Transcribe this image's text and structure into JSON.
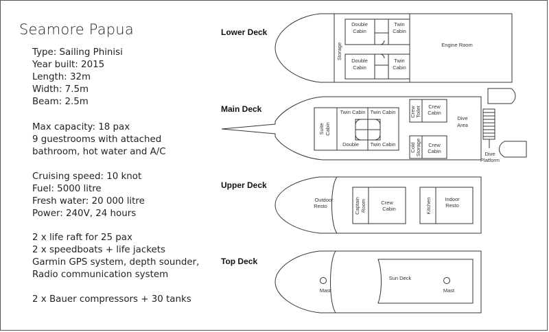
{
  "title": "Seamore Papua",
  "specs": [
    "Type: Sailing Phinisi",
    "Year built: 2015",
    "Length: 32m",
    "Width: 7.5m",
    "Beam: 2.5m",
    "Max capacity: 18 pax",
    "9 guestrooms with attached",
    "bathroom, hot water and A/C",
    "Cruising speed: 10 knot",
    "Fuel: 5000 litre",
    "Fresh water: 20 000 litre",
    "Power: 240V, 24 hours",
    "2 x life raft for 25 pax",
    "2 x speedboats + life jackets",
    "Garmin GPS system, depth sounder,",
    "Radio communication system",
    "2 x Bauer compressors + 30 tanks"
  ],
  "decks": {
    "lower": {
      "title": "Lower Deck",
      "storage": "Storage",
      "double_cabin": [
        "Double",
        "Cabin"
      ],
      "twin_cabin": [
        "Twin",
        "Cabin"
      ],
      "engine_room": "Engine Room"
    },
    "main": {
      "title": "Main Deck",
      "suite_cabin": [
        "Suite",
        "Cabin"
      ],
      "twin_cabin": "Twin Cabin",
      "double": "Double",
      "crew_toilet": [
        "Crew",
        "Toilet"
      ],
      "cold_storage": [
        "Cold",
        "Storage"
      ],
      "crew_cabin": [
        "Crew",
        "Cabin"
      ],
      "dive_area": [
        "Dive",
        "Area"
      ],
      "dive_platform": [
        "Dive",
        "Platform"
      ]
    },
    "upper": {
      "title": "Upper Deck",
      "outdoor_resto": [
        "Outdoor",
        "Resto"
      ],
      "captain_room": [
        "Captain",
        "Room"
      ],
      "crew_cabin": [
        "Crew",
        "Cabin"
      ],
      "kitchen": "Kitchen",
      "indoor_resto": [
        "Indoor",
        "Resto"
      ]
    },
    "top": {
      "title": "Top Deck",
      "mast": "Mast",
      "sun_deck": "Sun Deck"
    }
  }
}
